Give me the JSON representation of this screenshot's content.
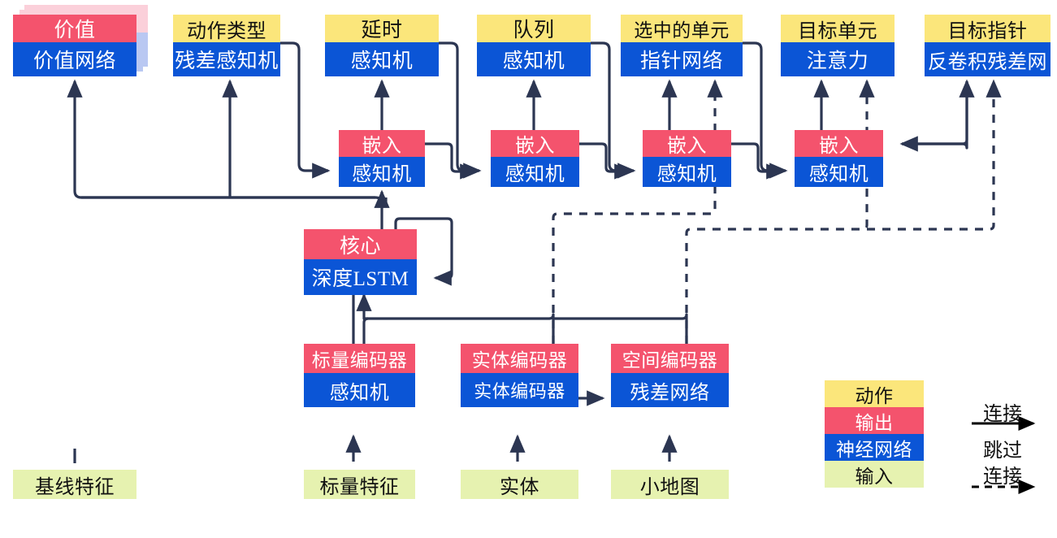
{
  "diagram": {
    "title": "AlphaStar-style network architecture diagram",
    "colors": {
      "action": "#fbe67b",
      "output": "#f4536d",
      "network": "#0b55d6",
      "input": "#e6f2b0",
      "wire": "#2c3652"
    },
    "nodes": {
      "value": {
        "top": "价值",
        "bottom": "价值网络"
      },
      "action_type": {
        "top": "动作类型",
        "bottom": "残差感知机"
      },
      "delay": {
        "top": "延时",
        "bottom": "感知机"
      },
      "queue": {
        "top": "队列",
        "bottom": "感知机"
      },
      "selected_units": {
        "top": "选中的单元",
        "bottom": "指针网络"
      },
      "target_unit": {
        "top": "目标单元",
        "bottom": "注意力"
      },
      "target_pointer": {
        "top": "目标指针",
        "bottom": "反卷积残差网"
      },
      "embed_1": {
        "top": "嵌入",
        "bottom": "感知机"
      },
      "embed_2": {
        "top": "嵌入",
        "bottom": "感知机"
      },
      "embed_3": {
        "top": "嵌入",
        "bottom": "感知机"
      },
      "embed_4": {
        "top": "嵌入",
        "bottom": "感知机"
      },
      "core": {
        "top": "核心",
        "bottom": "深度LSTM"
      },
      "scalar_encoder": {
        "top": "标量编码器",
        "bottom": "感知机"
      },
      "entity_encoder": {
        "top": "实体编码器",
        "bottom": "实体编码器"
      },
      "spatial_encoder": {
        "top": "空间编码器",
        "bottom": "残差网络"
      }
    },
    "inputs": {
      "baseline_features": "基线特征",
      "scalar_features": "标量特征",
      "entities": "实体",
      "minimap": "小地图"
    },
    "legend": {
      "swatches": [
        {
          "label": "动作",
          "kind": "action"
        },
        {
          "label": "输出",
          "kind": "output"
        },
        {
          "label": "神经网络",
          "kind": "network"
        },
        {
          "label": "输入",
          "kind": "input"
        }
      ],
      "connection_label": "连接",
      "skip_label_line1": "跳过",
      "skip_label_line2": "连接"
    }
  }
}
